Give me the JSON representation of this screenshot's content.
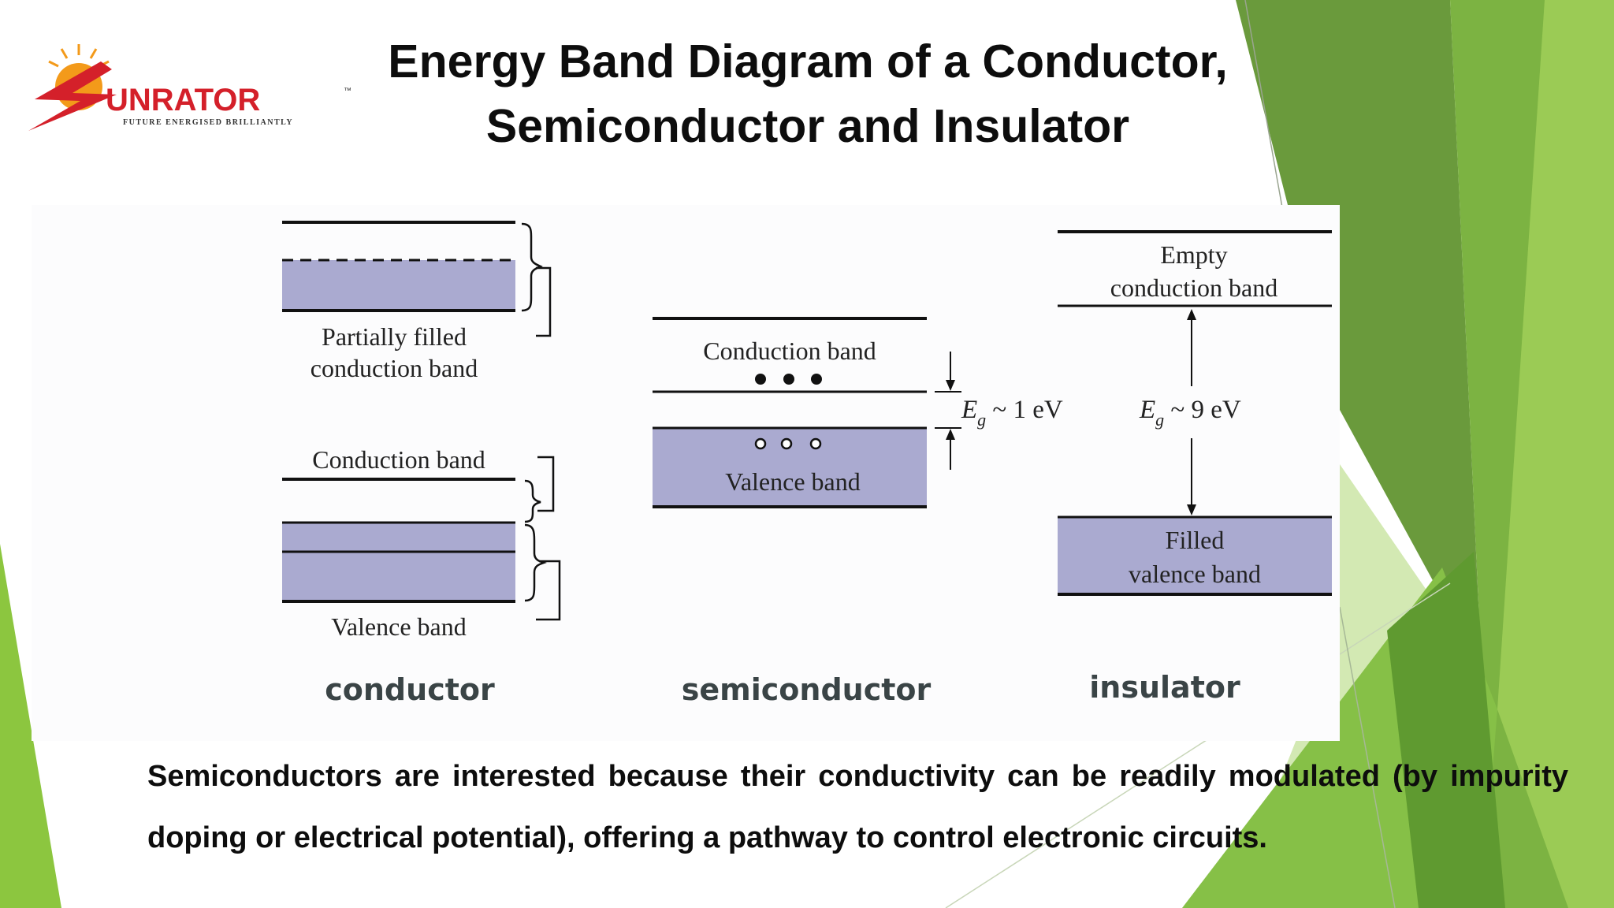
{
  "logo": {
    "brand_initial": "S",
    "brand_rest": "UNRATOR",
    "trademark": "™",
    "tagline": "FUTURE ENERGISED BRILLIANTLY"
  },
  "title": {
    "line1": "Energy Band Diagram of a Conductor,",
    "line2": "Semiconductor and Insulator"
  },
  "diagram": {
    "conductor": {
      "partial_label_line1": "Partially filled",
      "partial_label_line2": "conduction band",
      "conduction_label": "Conduction band",
      "valence_label": "Valence band",
      "caption": "conductor"
    },
    "semiconductor": {
      "conduction_label": "Conduction band",
      "valence_label": "Valence band",
      "gap_symbol": "E",
      "gap_subscript": "g",
      "gap_value": " ~ 1 eV",
      "caption": "semiconductor"
    },
    "insulator": {
      "empty_label_line1": "Empty",
      "empty_label_line2": "conduction band",
      "filled_label_line1": "Filled",
      "filled_label_line2": "valence band",
      "gap_symbol": "E",
      "gap_subscript": "g",
      "gap_value": " ~ 9 eV",
      "caption": "insulator"
    }
  },
  "body": {
    "line1": "Semiconductors are interested because their conductivity can be readily modulated (by impurity",
    "line2": "doping or electrical potential), offering a pathway to control electronic circuits."
  },
  "colors": {
    "band_fill": "#aaaad0",
    "green_dark": "#5e9e2e",
    "green_mid": "#79b842",
    "green_light": "#a9d46c",
    "green_pale": "#d2e9b0",
    "logo_red": "#d4202a",
    "logo_orange": "#f39a1a"
  }
}
